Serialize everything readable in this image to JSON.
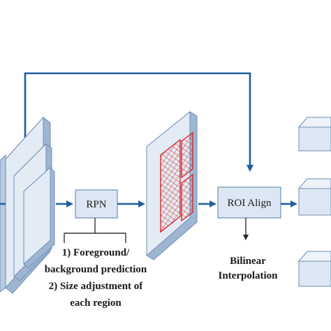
{
  "diagram": {
    "colors": {
      "arrow": "#1f5f9f",
      "box_fill": "#dde7f3",
      "box_stroke": "#6f8fb5",
      "plate_front": "#dce6f2",
      "plate_side": "#9fb6d3",
      "roi_grid": "#d42b2b"
    },
    "rpn_label": "RPN",
    "roi_align_label": "ROI Align",
    "rpn_notes": [
      "1) Foreground/",
      "background prediction",
      "2) Size adjustment of",
      "each region"
    ],
    "roi_align_notes": [
      "Bilinear",
      "Interpolation"
    ]
  }
}
